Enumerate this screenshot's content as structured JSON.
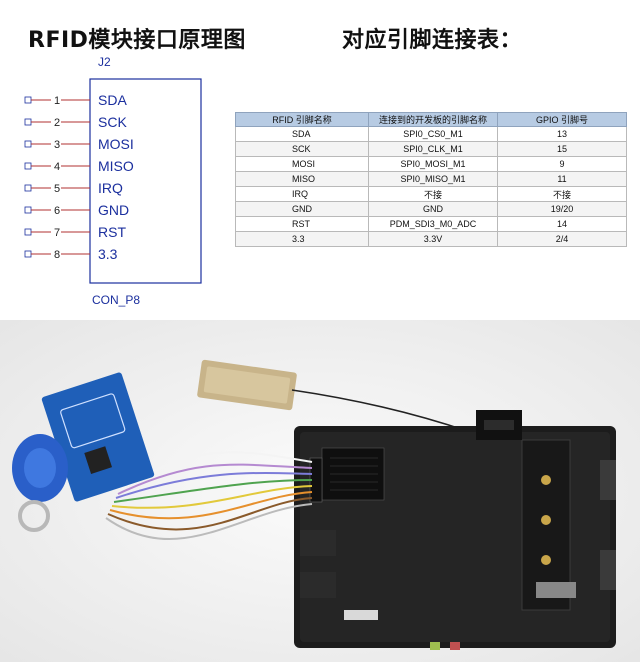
{
  "headings": {
    "left": "RFID模块接口原理图",
    "right": "对应引脚连接表："
  },
  "connector": {
    "designator": "J2",
    "part": "CON_P8",
    "pins": [
      {
        "num": "1",
        "label": "SDA"
      },
      {
        "num": "2",
        "label": "SCK"
      },
      {
        "num": "3",
        "label": "MOSI"
      },
      {
        "num": "4",
        "label": "MISO"
      },
      {
        "num": "5",
        "label": "IRQ"
      },
      {
        "num": "6",
        "label": "GND"
      },
      {
        "num": "7",
        "label": "RST"
      },
      {
        "num": "8",
        "label": "3.3"
      }
    ]
  },
  "table": {
    "headers": [
      "RFID 引脚名称",
      "连接到的开发板的引脚名称",
      "GPIO 引脚号"
    ],
    "rows": [
      [
        "SDA",
        "SPI0_CS0_M1",
        "13"
      ],
      [
        "SCK",
        "SPI0_CLK_M1",
        "15"
      ],
      [
        "MOSI",
        "SPI0_MOSI_M1",
        "9"
      ],
      [
        "MISO",
        "SPI0_MISO_M1",
        "11"
      ],
      [
        "IRQ",
        "不接",
        "不接"
      ],
      [
        "GND",
        "GND",
        "19/20"
      ],
      [
        "RST",
        "PDM_SDI3_M0_ADC",
        "14"
      ],
      [
        "3.3",
        "3.3V",
        "2/4"
      ]
    ]
  },
  "colors": {
    "schematic_line": "#1b2f9e",
    "wire_red": "#b03030",
    "table_header": "#b7cbe3",
    "board": "#1c1c1c",
    "rfid_module": "#1f5fb8",
    "keyfob": "#2a5fc9"
  }
}
